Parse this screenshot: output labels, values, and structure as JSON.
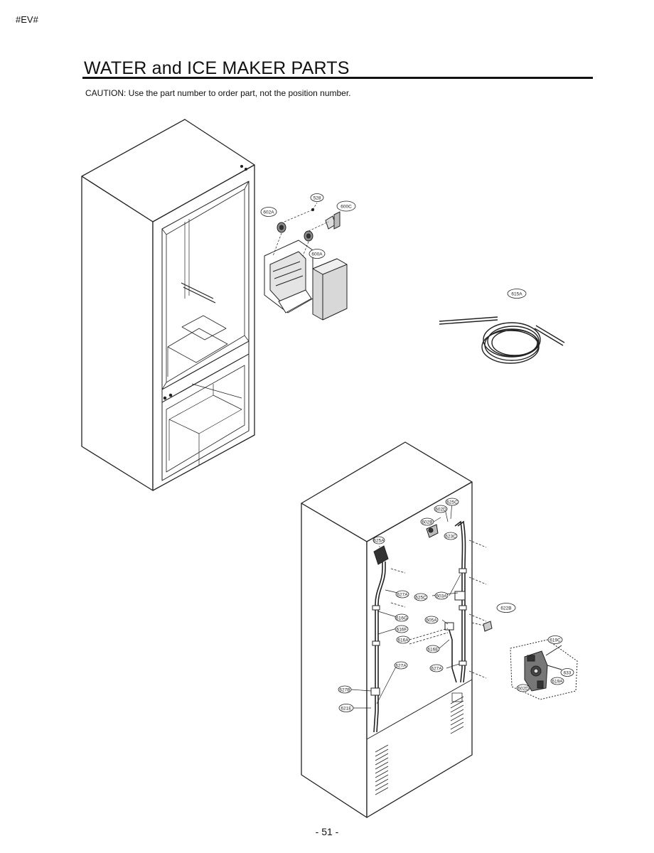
{
  "header": {
    "model_tag": "#EV#",
    "title": "WATER and ICE MAKER PARTS",
    "caution": "CAUTION: Use the part number to order part, not the position number."
  },
  "footer": {
    "page_number": "- 51 -"
  },
  "callouts": {
    "c528": "528",
    "c600C": "600C",
    "c602A": "602A",
    "c600A": "600A",
    "c615A": "615A",
    "c625A": "625A",
    "c625C": "625C",
    "c602D": "602D",
    "c602B": "602B",
    "c623C": "623C",
    "c627A_1": "627A",
    "c625C_2": "625C",
    "c603A": "603A",
    "c616G": "616G",
    "c616F": "616F",
    "c605A": "605A",
    "c616A": "616A",
    "c616E": "616E",
    "c627A_2": "627A",
    "c627A_3": "627A",
    "c627B": "627B",
    "c621E": "621E",
    "c622B": "622B",
    "c619C": "619C",
    "c633": "633",
    "c619A": "619A",
    "c602D_2": "602D"
  }
}
